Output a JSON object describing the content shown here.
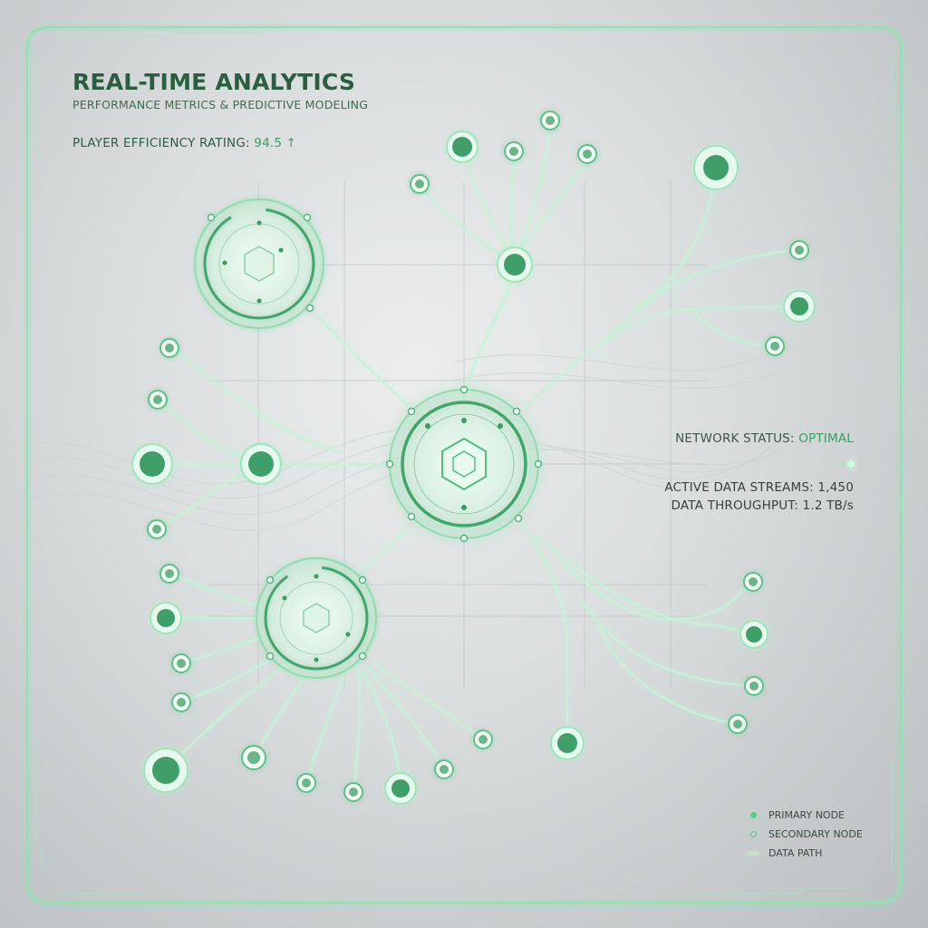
{
  "header": {
    "title": "REAL-TIME ANALYTICS",
    "subtitle": "PERFORMANCE METRICS & PREDICTIVE MODELING",
    "per_label": "PLAYER EFFICIENCY RATING:",
    "per_value": "94.5 ↑"
  },
  "stats": {
    "status_label": "NETWORK STATUS:",
    "status_value": "OPTIMAL",
    "streams": "ACTIVE DATA STREAMS: 1,450",
    "throughput": "DATA THROUGHPUT: 1.2 TB/s"
  },
  "legend": {
    "primary": "PRIMARY NODE",
    "secondary": "SECONDARY NODE",
    "path": "DATA PATH"
  },
  "colors": {
    "accent": "#4cb87a",
    "accent_dark": "#2e8a56",
    "glow": "#b9f5d1",
    "frame": "#7fdca3"
  }
}
